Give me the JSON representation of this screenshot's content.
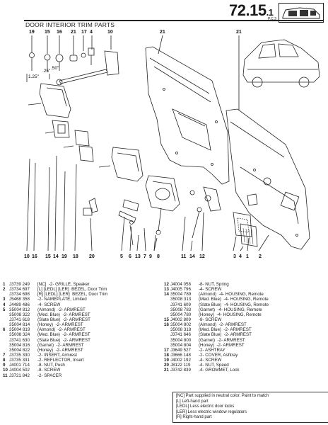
{
  "header": {
    "page_number": "72.15",
    "page_suffix": ".1",
    "page_code": "P.C.3",
    "section_title": "DOOR INTERIOR TRIM PARTS"
  },
  "diagram": {
    "top_callouts": [
      "19",
      "15",
      "16",
      "21",
      "17",
      "4",
      "10",
      "21",
      "21"
    ],
    "bottom_callouts": [
      "10",
      "16",
      "15",
      "14",
      "19",
      "18",
      "20",
      "5",
      "6",
      "13",
      "7",
      "9",
      "8",
      "11",
      "14",
      "12",
      "3",
      "4",
      "1",
      "2"
    ],
    "dimension_labels": [
      ".25\"",
      ".50\"",
      "1.25\""
    ]
  },
  "parts": {
    "col1": [
      {
        "n": "1",
        "p": "J3739 249",
        "d": "[NC]  -2- GRILLE, Speaker"
      },
      {
        "n": "2",
        "p": "J3734 697",
        "d": "[L] [LEDL] [LER]  BEZEL, Door Trim"
      },
      {
        "n": "",
        "p": "J3734 698",
        "d": "[R] [LEDL] [LER]  BEZEL, Door Trim"
      },
      {
        "n": "3",
        "p": "J5468 358",
        "d": "-2- NAMEPLATE, Limited"
      },
      {
        "n": "4",
        "p": "J4489 486",
        "d": "-4- SCREW"
      },
      {
        "n": "5",
        "p": "35004 812",
        "d": "(Almond)  -2- ARMREST"
      },
      {
        "n": "",
        "p": "35008 322",
        "d": "(Med. Blue)  -2- ARMREST"
      },
      {
        "n": "",
        "p": "J3741 618",
        "d": "(Slate Blue)  -2- ARMREST"
      },
      {
        "n": "",
        "p": "35004 814",
        "d": "(Honey)  -2- ARMREST"
      },
      {
        "n": "6",
        "p": "35004 819",
        "d": "(Almond)  -2- ARMREST"
      },
      {
        "n": "",
        "p": "35008 324",
        "d": "(Med. Blue)  -2- ARMREST"
      },
      {
        "n": "",
        "p": "J3741 630",
        "d": "(Slate Blue)  -2- ARMREST"
      },
      {
        "n": "",
        "p": "35004 816",
        "d": "(Garnet)  -2- ARMREST"
      },
      {
        "n": "",
        "p": "35004 822",
        "d": "(Honey)  -2- ARMREST"
      },
      {
        "n": "7",
        "p": "J3735 330",
        "d": "-2- INSERT, Armrest"
      },
      {
        "n": "8",
        "p": "J3735 331",
        "d": "-2- REFLECTOR, Insert"
      },
      {
        "n": "9",
        "p": "J4001 714",
        "d": "-8- NUT, Push"
      },
      {
        "n": "10",
        "p": "J4004 502",
        "d": "-8- SCREW"
      },
      {
        "n": "11",
        "p": "J3721 842",
        "d": "-2- SPACER"
      }
    ],
    "col2": [
      {
        "n": "12",
        "p": "J4004 058",
        "d": "-8- NUT, Spring"
      },
      {
        "n": "13",
        "p": "J4005 796",
        "d": "-4- SCREW"
      },
      {
        "n": "14",
        "p": "35004 789",
        "d": "(Almond)  -4- HOUSING, Remote"
      },
      {
        "n": "",
        "p": "35008 313",
        "d": "(Med. Blue)  -4- HOUSING, Remote"
      },
      {
        "n": "",
        "p": "J3741 609",
        "d": "(Slate Blue)  -4- HOUSING, Remote"
      },
      {
        "n": "",
        "p": "35008 783",
        "d": "(Garnet)  -4- HOUSING, Remote"
      },
      {
        "n": "",
        "p": "35004 780",
        "d": "(Honey)  -4- HOUSING, Remote"
      },
      {
        "n": "15",
        "p": "J4002 809",
        "d": "-8- SCREW"
      },
      {
        "n": "16",
        "p": "35004 802",
        "d": "(Almond)  -2- ARMREST"
      },
      {
        "n": "",
        "p": "35008 318",
        "d": "(Med. Blue)  -2- ARMREST"
      },
      {
        "n": "",
        "p": "J3741 646",
        "d": "(Slate Blue)  -2- ARMREST"
      },
      {
        "n": "",
        "p": "35004 800",
        "d": "(Garnet)  -2- ARMREST"
      },
      {
        "n": "",
        "p": "35004 804",
        "d": "(Honey)  -2- ARMREST"
      },
      {
        "n": "17",
        "p": "J3649 527",
        "d": "-2- ASHTRAY"
      },
      {
        "n": "18",
        "p": "J3666 148",
        "d": "-2- COVER, Ashtray"
      },
      {
        "n": "19",
        "p": "J4002 192",
        "d": "-4- SCREW"
      },
      {
        "n": "20",
        "p": "J8122 119",
        "d": "-4- NUT, Speed"
      },
      {
        "n": "21",
        "p": "J3742 839",
        "d": "-4- GROMMET, Lock"
      }
    ]
  },
  "notes": [
    "[NC] Part supplied in neutral color. Paint to match",
    "[L] Left-hand part",
    "[LEDL] Less electric door locks",
    "[LER] Less electric window regulators",
    "[R] Right-hand part"
  ]
}
